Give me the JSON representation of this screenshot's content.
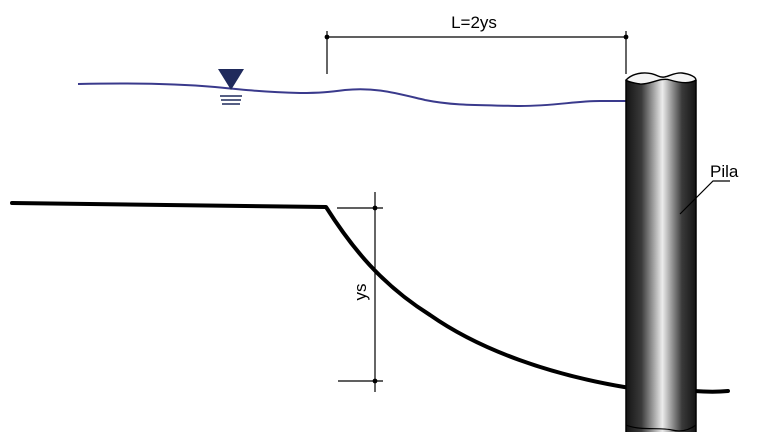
{
  "labels": {
    "span": "L=2ys",
    "depth": "ys",
    "pier": "Pila"
  },
  "colors": {
    "water_line": "#3a3a8c",
    "water_symbol": "#1f2a5c",
    "bed_line": "#000000",
    "dimension_line": "#000000",
    "pier_dark": "#141414",
    "pier_light": "#ececec"
  },
  "icons": {
    "water_level": "water-level-triangle-icon"
  }
}
